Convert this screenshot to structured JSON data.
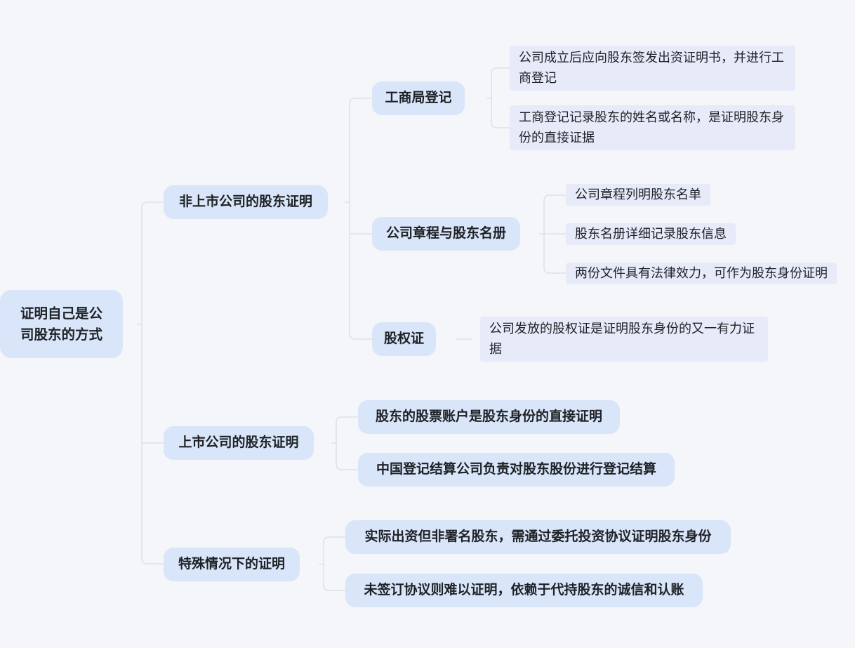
{
  "colors": {
    "background": "#f4f6fa",
    "node_fill": "#d9e5f8",
    "leaf_fill": "#e7eaf8",
    "connector_line": "#e0e1e6",
    "text": "#1e2126"
  },
  "mindmap": {
    "root": {
      "label": "证明自己是公司股东的方式"
    },
    "branches": [
      {
        "label": "非上市公司的股东证明",
        "children": [
          {
            "label": "工商局登记",
            "leaves": [
              "公司成立后应向股东签发出资证明书，并进行工商登记",
              "工商登记记录股东的姓名或名称，是证明股东身份的直接证据"
            ]
          },
          {
            "label": "公司章程与股东名册",
            "leaves": [
              "公司章程列明股东名单",
              "股东名册详细记录股东信息",
              "两份文件具有法律效力，可作为股东身份证明"
            ]
          },
          {
            "label": "股权证",
            "leaves": [
              "公司发放的股权证是证明股东身份的又一有力证据"
            ]
          }
        ]
      },
      {
        "label": "上市公司的股东证明",
        "children": [
          {
            "label": "股东的股票账户是股东身份的直接证明"
          },
          {
            "label": "中国登记结算公司负责对股东股份进行登记结算"
          }
        ]
      },
      {
        "label": "特殊情况下的证明",
        "children": [
          {
            "label": "实际出资但非署名股东，需通过委托投资协议证明股东身份"
          },
          {
            "label": "未签订协议则难以证明，依赖于代持股东的诚信和认账"
          }
        ]
      }
    ]
  }
}
